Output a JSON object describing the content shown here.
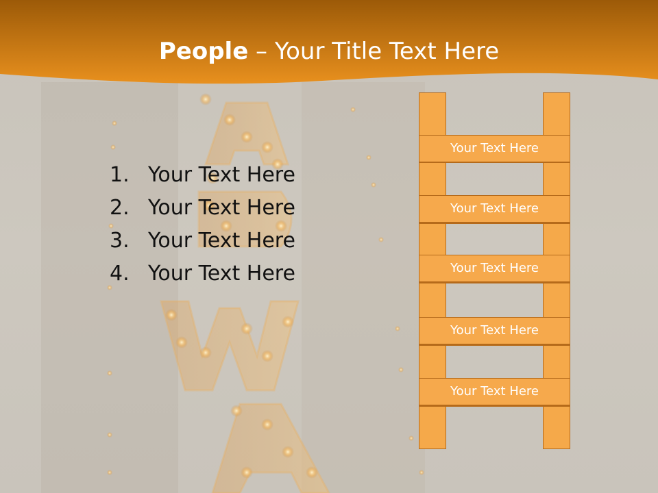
{
  "slide": {
    "title_bold": "People",
    "title_rest": " – Your Title Text Here"
  },
  "list": {
    "items": [
      {
        "number": "1.",
        "text": "Your Text Here"
      },
      {
        "number": "2.",
        "text": "Your Text Here"
      },
      {
        "number": "3.",
        "text": "Your Text Here"
      },
      {
        "number": "4.",
        "text": "Your Text Here"
      }
    ]
  },
  "ladder": {
    "rungs": [
      {
        "label": "Your Text Here"
      },
      {
        "label": "Your Text Here"
      },
      {
        "label": "Your Text Here"
      },
      {
        "label": "Your Text Here"
      },
      {
        "label": "Your Text Here"
      }
    ]
  },
  "colors": {
    "header_dark": "#9c5a08",
    "header_light": "#e8901e",
    "ladder_fill": "#f5a94a",
    "ladder_stroke": "#b56a1a",
    "background": "#c9c4bb"
  }
}
